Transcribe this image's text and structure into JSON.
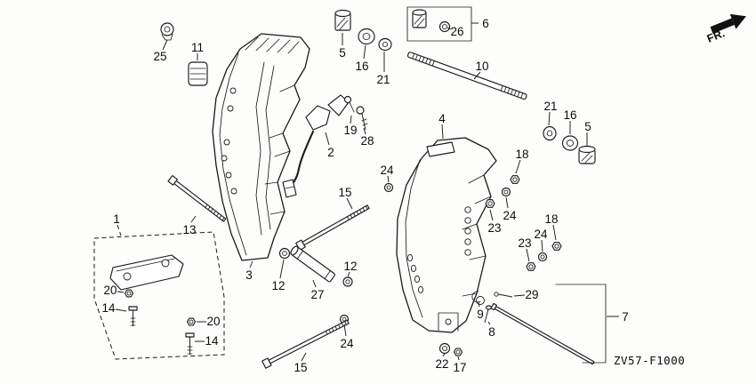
{
  "drawing": {
    "code": "ZV57-F1000",
    "fr_label": "FR."
  },
  "callouts": [
    "25",
    "11",
    "5",
    "16",
    "21",
    "26",
    "6",
    "10",
    "21",
    "16",
    "5",
    "4",
    "18",
    "24",
    "19",
    "28",
    "2",
    "15",
    "23",
    "24",
    "23",
    "24",
    "18",
    "13",
    "1",
    "3",
    "12",
    "27",
    "12",
    "20",
    "14",
    "20",
    "14",
    "15",
    "24",
    "22",
    "17",
    "29",
    "9",
    "8",
    "7"
  ]
}
